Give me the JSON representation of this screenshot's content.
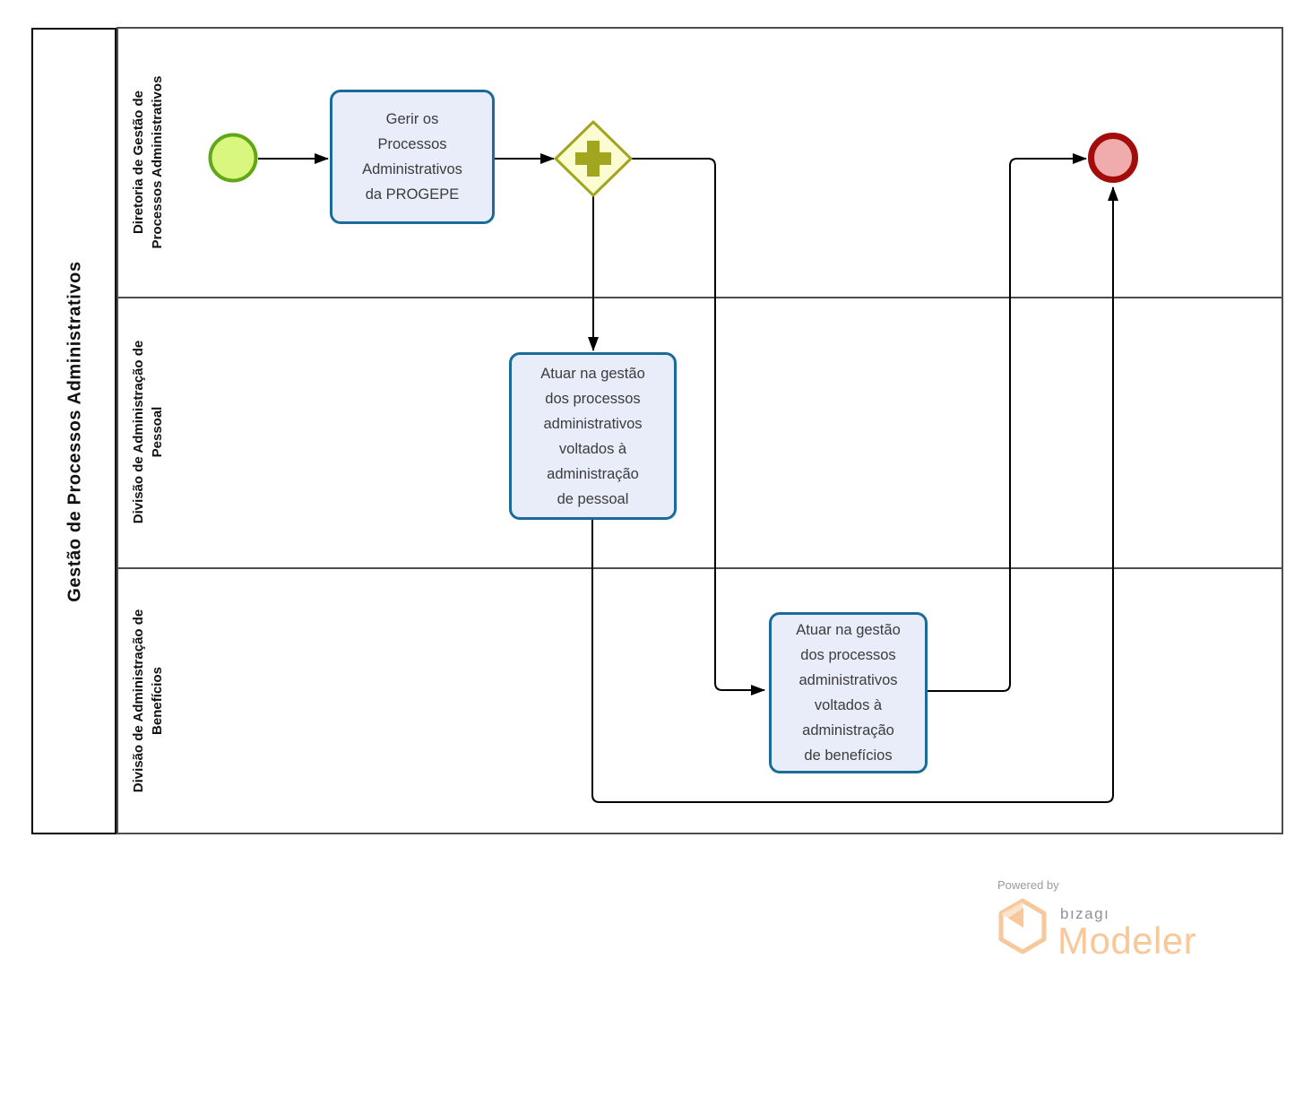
{
  "pool": {
    "title": "Gestão de Processos Administrativos",
    "lanes": [
      {
        "label": "Diretoria de Gestão de\nProcessos Administrativos"
      },
      {
        "label": "Divisão de Administração de\nPessoal"
      },
      {
        "label": "Divisão de Administração de\nBenefícios"
      }
    ]
  },
  "nodes": {
    "start_event": "start-event",
    "task1": "Gerir os\nProcessos\nAdministrativos\nda PROGEPE",
    "parallel_gateway": "parallel-gateway",
    "task2": "Atuar na gestão\ndos processos\nadministrativos\nvoltados à\nadministração\nde pessoal",
    "task3": "Atuar na gestão\ndos processos\nadministrativos\nvoltados à\nadministração\nde benefícios",
    "end_event": "end-event"
  },
  "colors": {
    "task_fill": "#e9edfa",
    "task_stroke": "#1a6b99",
    "start_fill": "#d9f77f",
    "start_stroke": "#62a716",
    "end_fill": "#f0acac",
    "end_stroke": "#a40b0b",
    "gateway_fill": "#fbfcd1",
    "gateway_stroke": "#a2a51e",
    "connector": "#000000",
    "pool_border": "#000000",
    "lane_border": "#4d4d4d",
    "brand_orange": "#f8c79a",
    "brand_gray": "#8f9194",
    "powered_gray": "#9b9b9b"
  },
  "footer": {
    "powered_by": "Powered by",
    "brand": "bızagı",
    "product": "Modeler"
  }
}
